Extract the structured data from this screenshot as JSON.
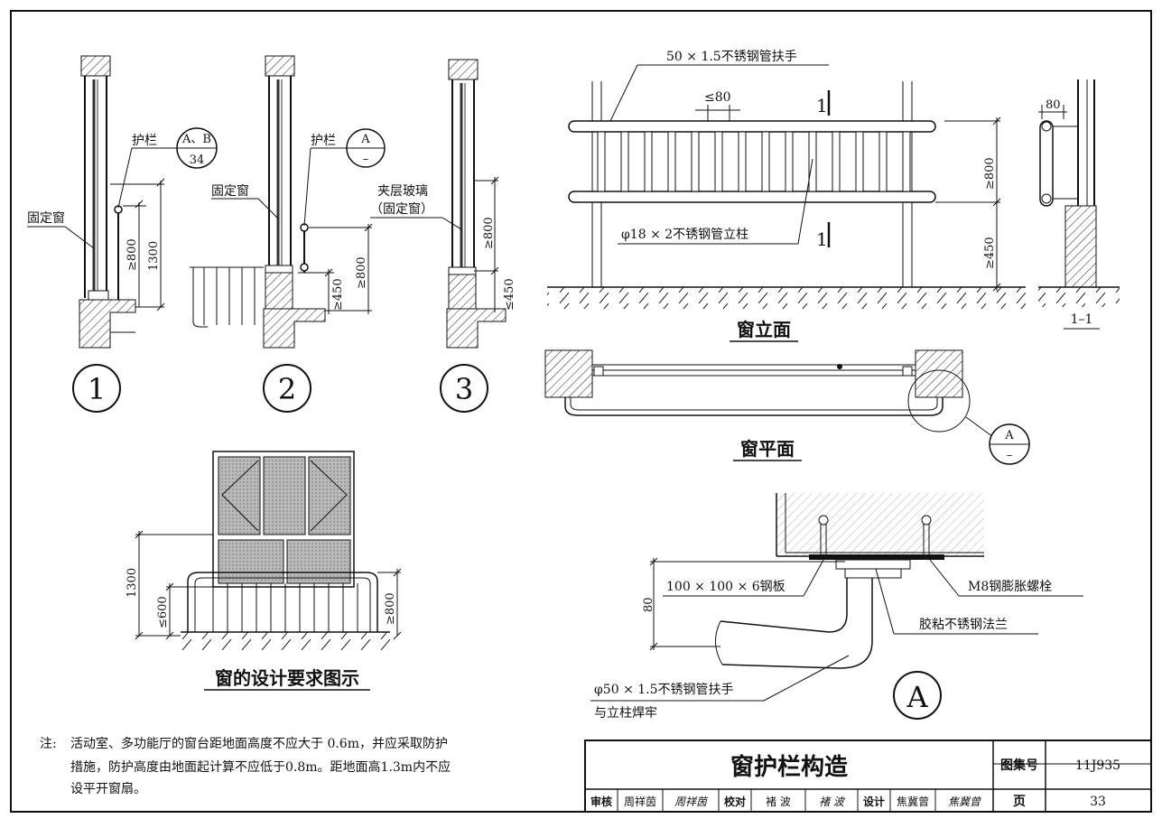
{
  "details": {
    "d1": {
      "label": "护栏",
      "ref": "A、B",
      "ref_sub": "34",
      "window": "固定窗",
      "dim_800": "≥800",
      "dim_1300": "1300",
      "num": "1"
    },
    "d2": {
      "label": "护栏",
      "ref": "A",
      "ref_sub": "–",
      "window": "固定窗",
      "dim_800": "≥800",
      "dim_450": "≥450",
      "num": "2"
    },
    "d3": {
      "window_l1": "夹层玻璃",
      "window_l2": "（固定窗）",
      "dim_800": "≥800",
      "dim_450": "≤450",
      "num": "3"
    }
  },
  "elevation": {
    "handrail": "50 × 1.5不锈钢管扶手",
    "spacing": "≤80",
    "post": "φ18 × 2不锈钢管立柱",
    "dim_800": "≥800",
    "dim_450": "≥450",
    "cut": "1",
    "title": "窗立面"
  },
  "section": {
    "dim_80": "80",
    "title": "1–1"
  },
  "plan": {
    "title": "窗平面",
    "ref": "A",
    "ref_sub": "–"
  },
  "requirement": {
    "dim_1300": "1300",
    "dim_600": "≤600",
    "dim_800": "≥800",
    "title": "窗的设计要求图示"
  },
  "detailA": {
    "plate": "100 × 100 × 6钢板",
    "bolt": "M8钢膨胀螺栓",
    "flange": "胶粘不锈钢法兰",
    "handrail_l1": "φ50 × 1.5不锈钢管扶手",
    "handrail_l2": "与立柱焊牢",
    "dim_80": "80",
    "num": "A"
  },
  "note": {
    "prefix": "注:",
    "line1": "活动室、多功能厅的窗台距地面高度不应大于 0.6m，并应采取防护",
    "line2": "措施，防护高度由地面起计算不应低于0.8m。距地面高1.3m内不应",
    "line3": "设平开窗扇。"
  },
  "titleblock": {
    "title": "窗护栏构造",
    "atlas_label": "图集号",
    "atlas_no": "11J935",
    "page_label": "页",
    "page_no": "33",
    "review_label": "审核",
    "review_name": "周祥茵",
    "review_sign": "周祥茵",
    "check_label": "校对",
    "check_name": "褚 波",
    "check_sign": "褚 波",
    "design_label": "设计",
    "design_name": "焦冀曾",
    "design_sign": "焦冀曾"
  }
}
